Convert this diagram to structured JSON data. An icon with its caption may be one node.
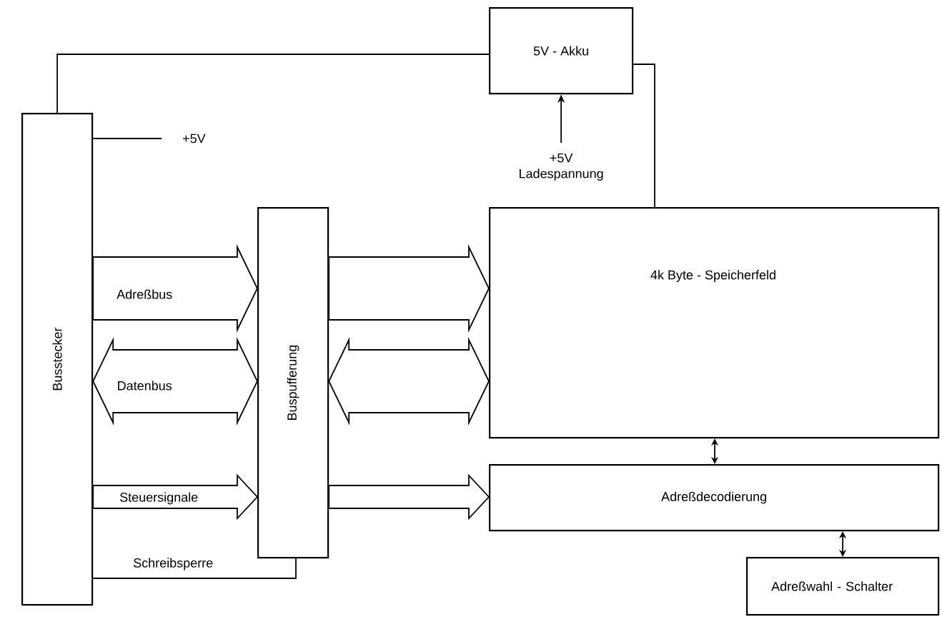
{
  "diagram": {
    "nodes": [
      {
        "text": [
          "Busstecker"
        ]
      },
      {
        "text": [
          "Buspufferung"
        ]
      },
      {
        "text": [
          "5V - Akku"
        ]
      },
      {
        "text": [
          "4k Byte - Speicherfeld"
        ]
      },
      {
        "text": [
          "Adreßdecodierung"
        ]
      },
      {
        "text": [
          "Adreßwahl - Schalter"
        ]
      }
    ],
    "edges": [
      {
        "from": 2,
        "to": 0,
        "arrow": "none"
      },
      {
        "from": 2,
        "to": 3,
        "arrow": "none"
      },
      {
        "from": 0,
        "to": null,
        "arrow": "none",
        "label": "+5V"
      },
      {
        "from": null,
        "to": 2,
        "arrow": "to",
        "label": "+5V Ladespannung"
      },
      {
        "from": 0,
        "to": 1,
        "arrow": "to",
        "label": "Adreßbus",
        "style": "thick"
      },
      {
        "from": 1,
        "to": 3,
        "arrow": "to",
        "style": "thick"
      },
      {
        "from": 0,
        "to": 1,
        "arrow": "both",
        "label": "Datenbus",
        "style": "thick"
      },
      {
        "from": 1,
        "to": 3,
        "arrow": "both",
        "style": "thick"
      },
      {
        "from": 0,
        "to": 1,
        "arrow": "to",
        "label": "Steuersignale",
        "style": "thick"
      },
      {
        "from": 1,
        "to": 4,
        "arrow": "to",
        "style": "thick"
      },
      {
        "from": 0,
        "to": 1,
        "arrow": "none",
        "label": "Schreibsperre"
      },
      {
        "from": 4,
        "to": 3,
        "arrow": "both"
      },
      {
        "from": 5,
        "to": 4,
        "arrow": "both"
      }
    ]
  }
}
